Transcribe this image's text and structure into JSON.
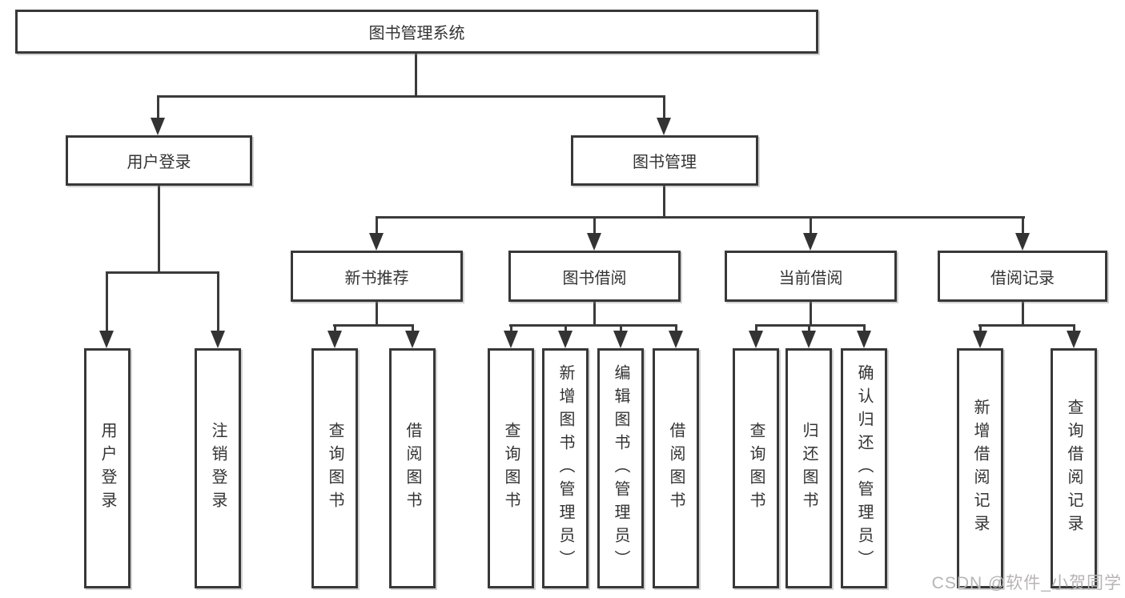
{
  "tree": {
    "root": "图书管理系统",
    "branches": [
      {
        "label": "用户登录",
        "children": [
          "用户登录",
          "注销登录"
        ]
      },
      {
        "label": "图书管理",
        "groups": [
          {
            "label": "新书推荐",
            "children": [
              "查询图书",
              "借阅图书"
            ]
          },
          {
            "label": "图书借阅",
            "children": [
              "查询图书",
              "新增图书（管理员）",
              "编辑图书（管理员）",
              "借阅图书"
            ]
          },
          {
            "label": "当前借阅",
            "children": [
              "查询图书",
              "归还图书",
              "确认归还（管理员）"
            ]
          },
          {
            "label": "借阅记录",
            "children": [
              "新增借阅记录",
              "查询借阅记录"
            ]
          }
        ]
      }
    ]
  },
  "watermark": "CSDN @软件_小贺同学",
  "colors": {
    "background": "#ffffff",
    "box_border": "#383838",
    "line": "#3b3b3b",
    "text": "#333333",
    "watermark": "#b7b4b6"
  }
}
